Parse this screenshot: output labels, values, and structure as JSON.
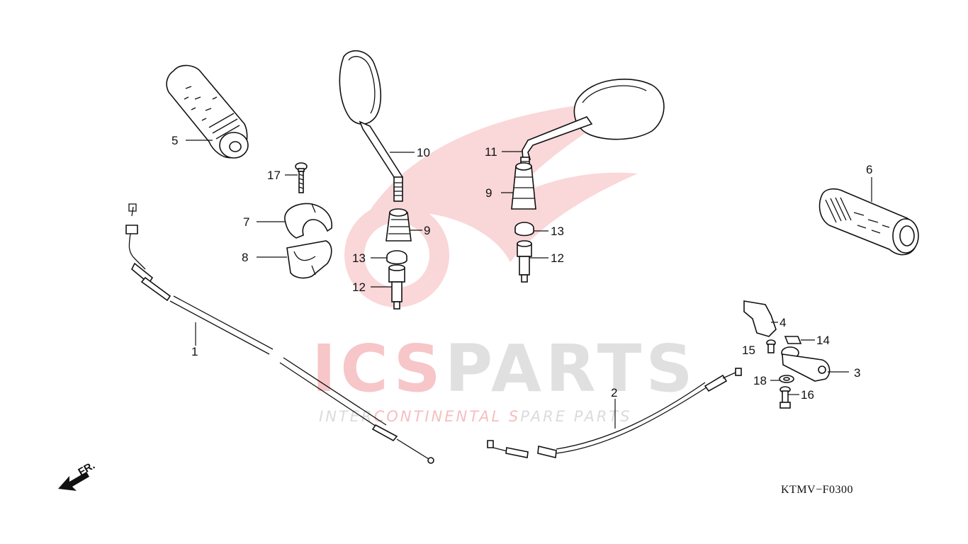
{
  "diagram": {
    "code": "KTMV−F0300",
    "direction_label": "FR.",
    "watermark": {
      "brand_red": "ICS",
      "brand_gray": "PARTS",
      "tagline_a": "INTER",
      "tagline_b": "CONTINENTAL ",
      "tagline_c": "S",
      "tagline_d": "PARE PARTS"
    },
    "callouts": [
      "1",
      "2",
      "3",
      "4",
      "5",
      "6",
      "7",
      "8",
      "9",
      "9",
      "10",
      "11",
      "12",
      "12",
      "13",
      "13",
      "14",
      "15",
      "16",
      "17",
      "18"
    ]
  },
  "colors": {
    "watermark_red": "#e8474f",
    "watermark_gray": "#9a9a9a",
    "line": "#111111"
  }
}
